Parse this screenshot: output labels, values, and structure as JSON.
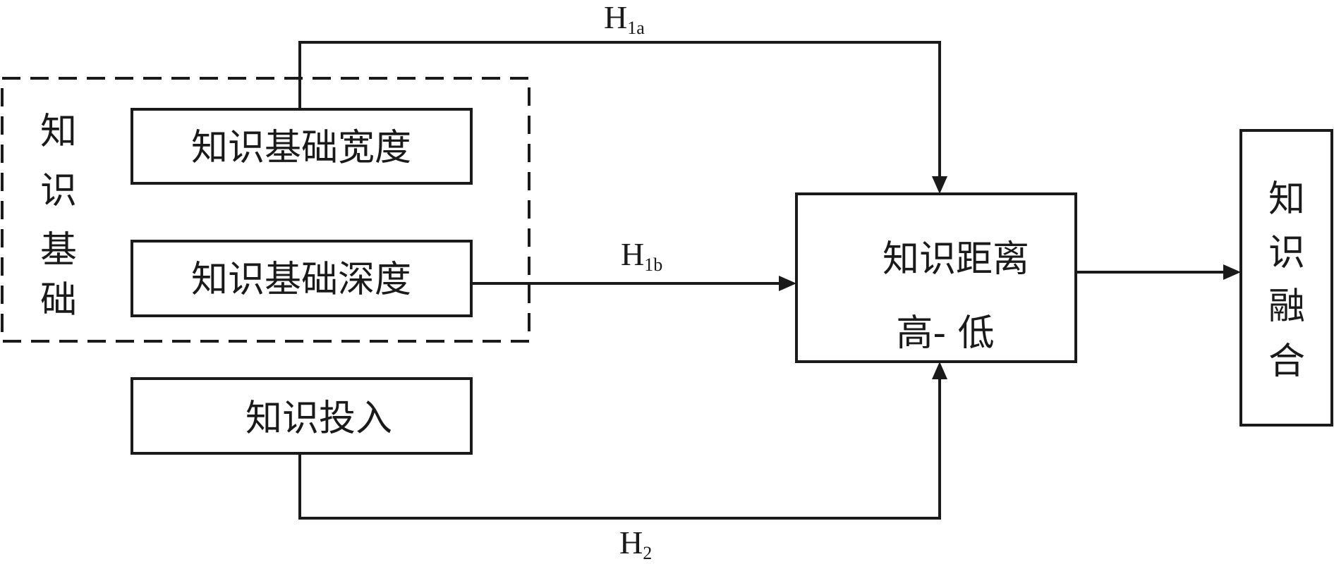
{
  "group": {
    "label_chars": [
      "知",
      "识",
      "基",
      "础"
    ]
  },
  "nodes": {
    "breadth": "知识基础宽度",
    "depth": "知识基础深度",
    "input": "知识投入",
    "distance_line1": "知识距离",
    "distance_line2": "高- 低",
    "fusion_chars": [
      "知",
      "识",
      "融",
      "合"
    ]
  },
  "hypotheses": {
    "h1a": {
      "main": "H",
      "sub": "1a"
    },
    "h1b": {
      "main": "H",
      "sub": "1b"
    },
    "h2": {
      "main": "H",
      "sub": "2"
    }
  }
}
